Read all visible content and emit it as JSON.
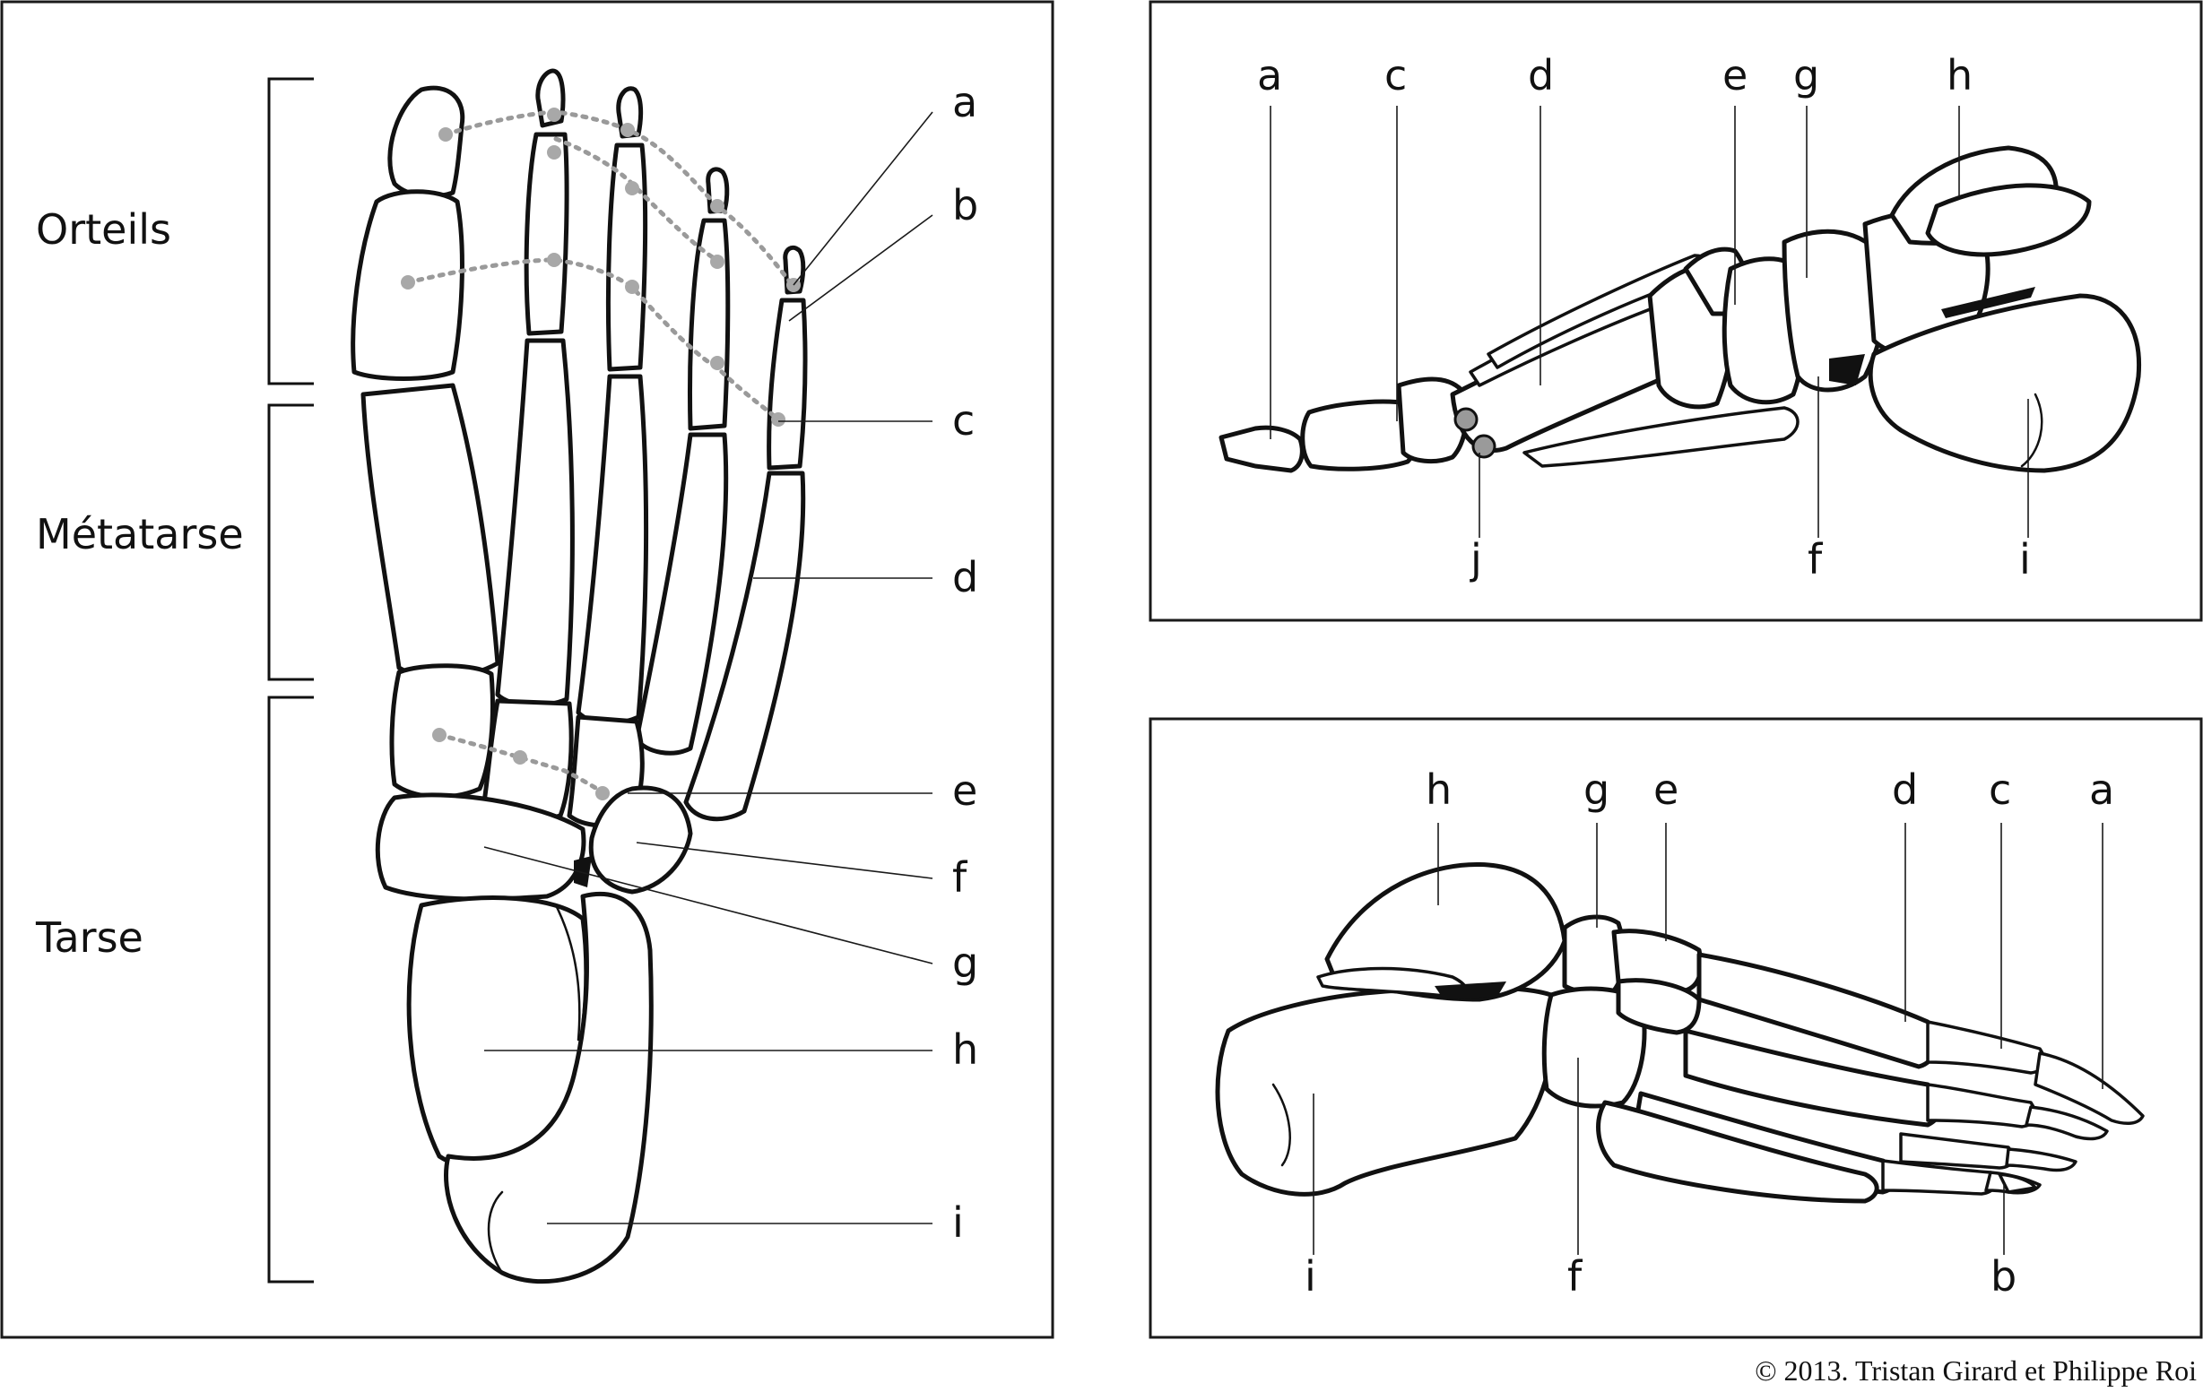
{
  "regions": {
    "toes": "Orteils",
    "metatarsus": "Métatarse",
    "tarsus": "Tarse"
  },
  "top_view": {
    "labels": [
      "a",
      "b",
      "c",
      "d",
      "e",
      "f",
      "g",
      "h",
      "i"
    ]
  },
  "medial_view": {
    "top_labels": [
      "a",
      "c",
      "d",
      "e",
      "g",
      "h"
    ],
    "bottom_labels": [
      "j",
      "f",
      "i"
    ]
  },
  "lateral_view": {
    "top_labels": [
      "h",
      "g",
      "e",
      "d",
      "c",
      "a"
    ],
    "bottom_labels": [
      "i",
      "f",
      "b"
    ]
  },
  "copyright": "© 2013. Tristan Girard et Philippe Roi",
  "colors": {
    "ink": "#111111",
    "joint_markers": "#a8a8a8"
  }
}
